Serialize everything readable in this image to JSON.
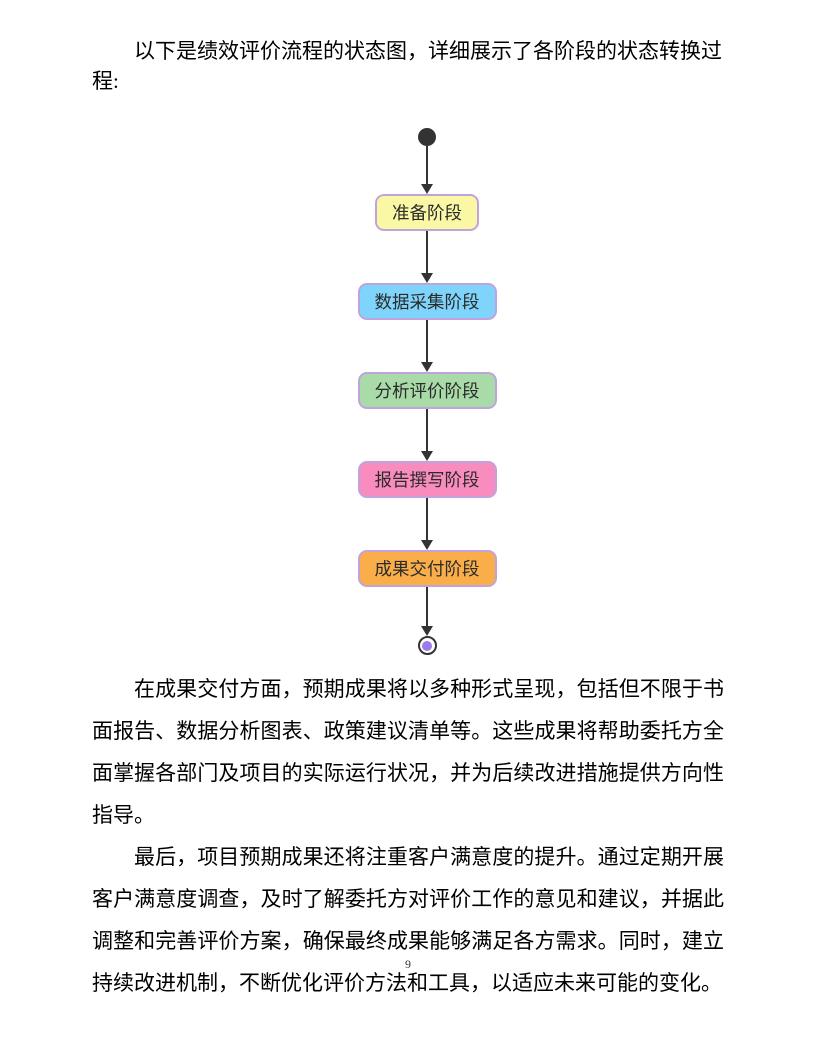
{
  "page": {
    "intro": "以下是绩效评价流程的状态图，详细展示了各阶段的状态转换过程:",
    "paragraphs": [
      "在成果交付方面，预期成果将以多种形式呈现，包括但不限于书面报告、数据分析图表、政策建议清单等。这些成果将帮助委托方全面掌握各部门及项目的实际运行状况，并为后续改进措施提供方向性指导。",
      "最后，项目预期成果还将注重客户满意度的提升。通过定期开展客户满意度调查，及时了解委托方对评价工作的意见和建议，并据此调整和完善评价方案，确保最终成果能够满足各方需求。同时，建立持续改进机制，不断优化评价方法和工具，以适应未来可能的变化。"
    ],
    "page_number": "9"
  },
  "diagram": {
    "type": "state-diagram",
    "node_color": "#333333",
    "arrow_color": "#333333",
    "box_border_color": "#C0A3DE",
    "end_inner_color": "#9B7BEA",
    "states": [
      {
        "label": "准备阶段",
        "fill": "#FAF8A5"
      },
      {
        "label": "数据采集阶段",
        "fill": "#7FD4FB"
      },
      {
        "label": "分析评价阶段",
        "fill": "#A8DBA8"
      },
      {
        "label": "报告撰写阶段",
        "fill": "#F98CBE"
      },
      {
        "label": "成果交付阶段",
        "fill": "#FAAE4A"
      }
    ]
  }
}
